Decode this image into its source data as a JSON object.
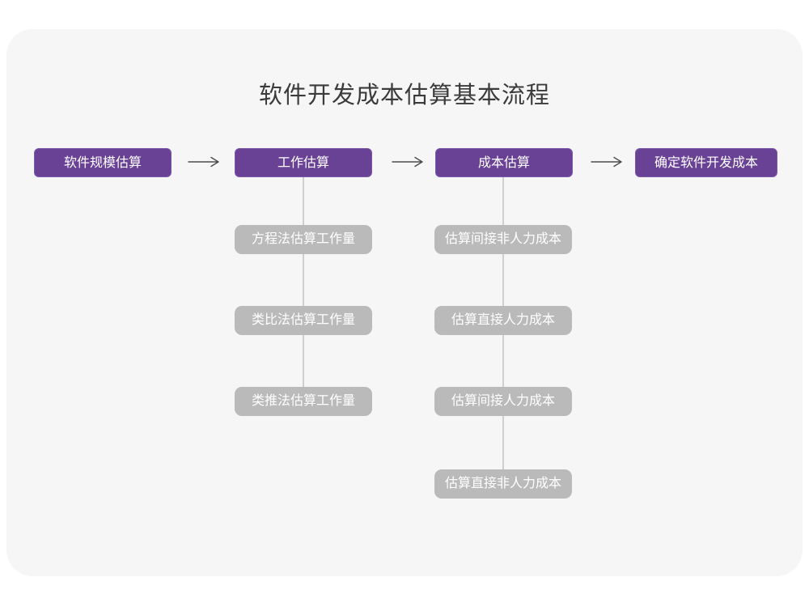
{
  "title": "软件开发成本估算基本流程",
  "colors": {
    "page_bg": "#ffffff",
    "card_bg": "#f6f6f7",
    "primary": "#694296",
    "primary_border": "#7e58a8",
    "secondary": "#bababa",
    "connector": "#cfcfcf",
    "arrow": "#4d4d4d",
    "title_text": "#3b3b3b",
    "box_text": "#ffffff"
  },
  "flow": {
    "stages": [
      {
        "label": "软件规模估算"
      },
      {
        "label": "工作估算",
        "substeps": [
          "方程法估算工作量",
          "类比法估算工作量",
          "类推法估算工作量"
        ]
      },
      {
        "label": "成本估算",
        "substeps": [
          "估算间接非人力成本",
          "估算直接人力成本",
          "估算间接人力成本",
          "估算直接非人力成本"
        ]
      },
      {
        "label": "确定软件开发成本"
      }
    ],
    "arrow_icon": "long-right-arrow"
  }
}
